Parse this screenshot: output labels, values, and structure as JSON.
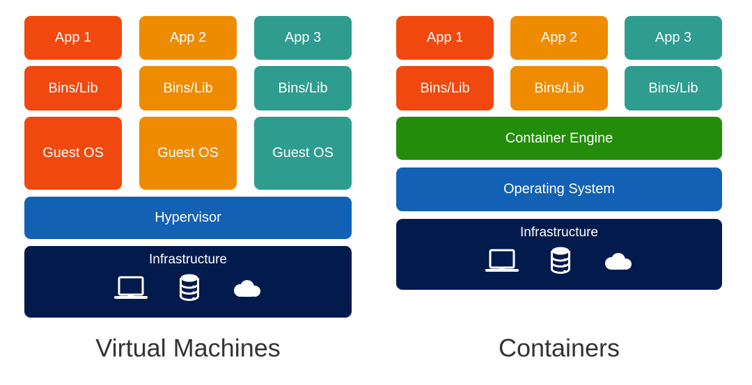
{
  "colors": {
    "app1": "#F0480F",
    "app2": "#EE8B00",
    "app3": "#2E9C8F",
    "blue": "#1261B4",
    "green": "#238C0A",
    "navy": "#031A4D",
    "caption_text": "#333333"
  },
  "vm_panel": {
    "caption": "Virtual Machines",
    "columns": [
      {
        "app": "App 1",
        "bins_lib": "Bins/Lib",
        "guest_os": "Guest OS"
      },
      {
        "app": "App 2",
        "bins_lib": "Bins/Lib",
        "guest_os": "Guest OS"
      },
      {
        "app": "App 3",
        "bins_lib": "Bins/Lib",
        "guest_os": "Guest OS"
      }
    ],
    "hypervisor": "Hypervisor",
    "infrastructure": {
      "label": "Infrastructure",
      "icons": [
        "laptop",
        "database",
        "cloud"
      ]
    }
  },
  "containers_panel": {
    "caption": "Containers",
    "columns": [
      {
        "app": "App 1",
        "bins_lib": "Bins/Lib"
      },
      {
        "app": "App 2",
        "bins_lib": "Bins/Lib"
      },
      {
        "app": "App 3",
        "bins_lib": "Bins/Lib"
      }
    ],
    "container_engine": "Container Engine",
    "operating_system": "Operating System",
    "infrastructure": {
      "label": "Infrastructure",
      "icons": [
        "laptop",
        "database",
        "cloud"
      ]
    }
  }
}
